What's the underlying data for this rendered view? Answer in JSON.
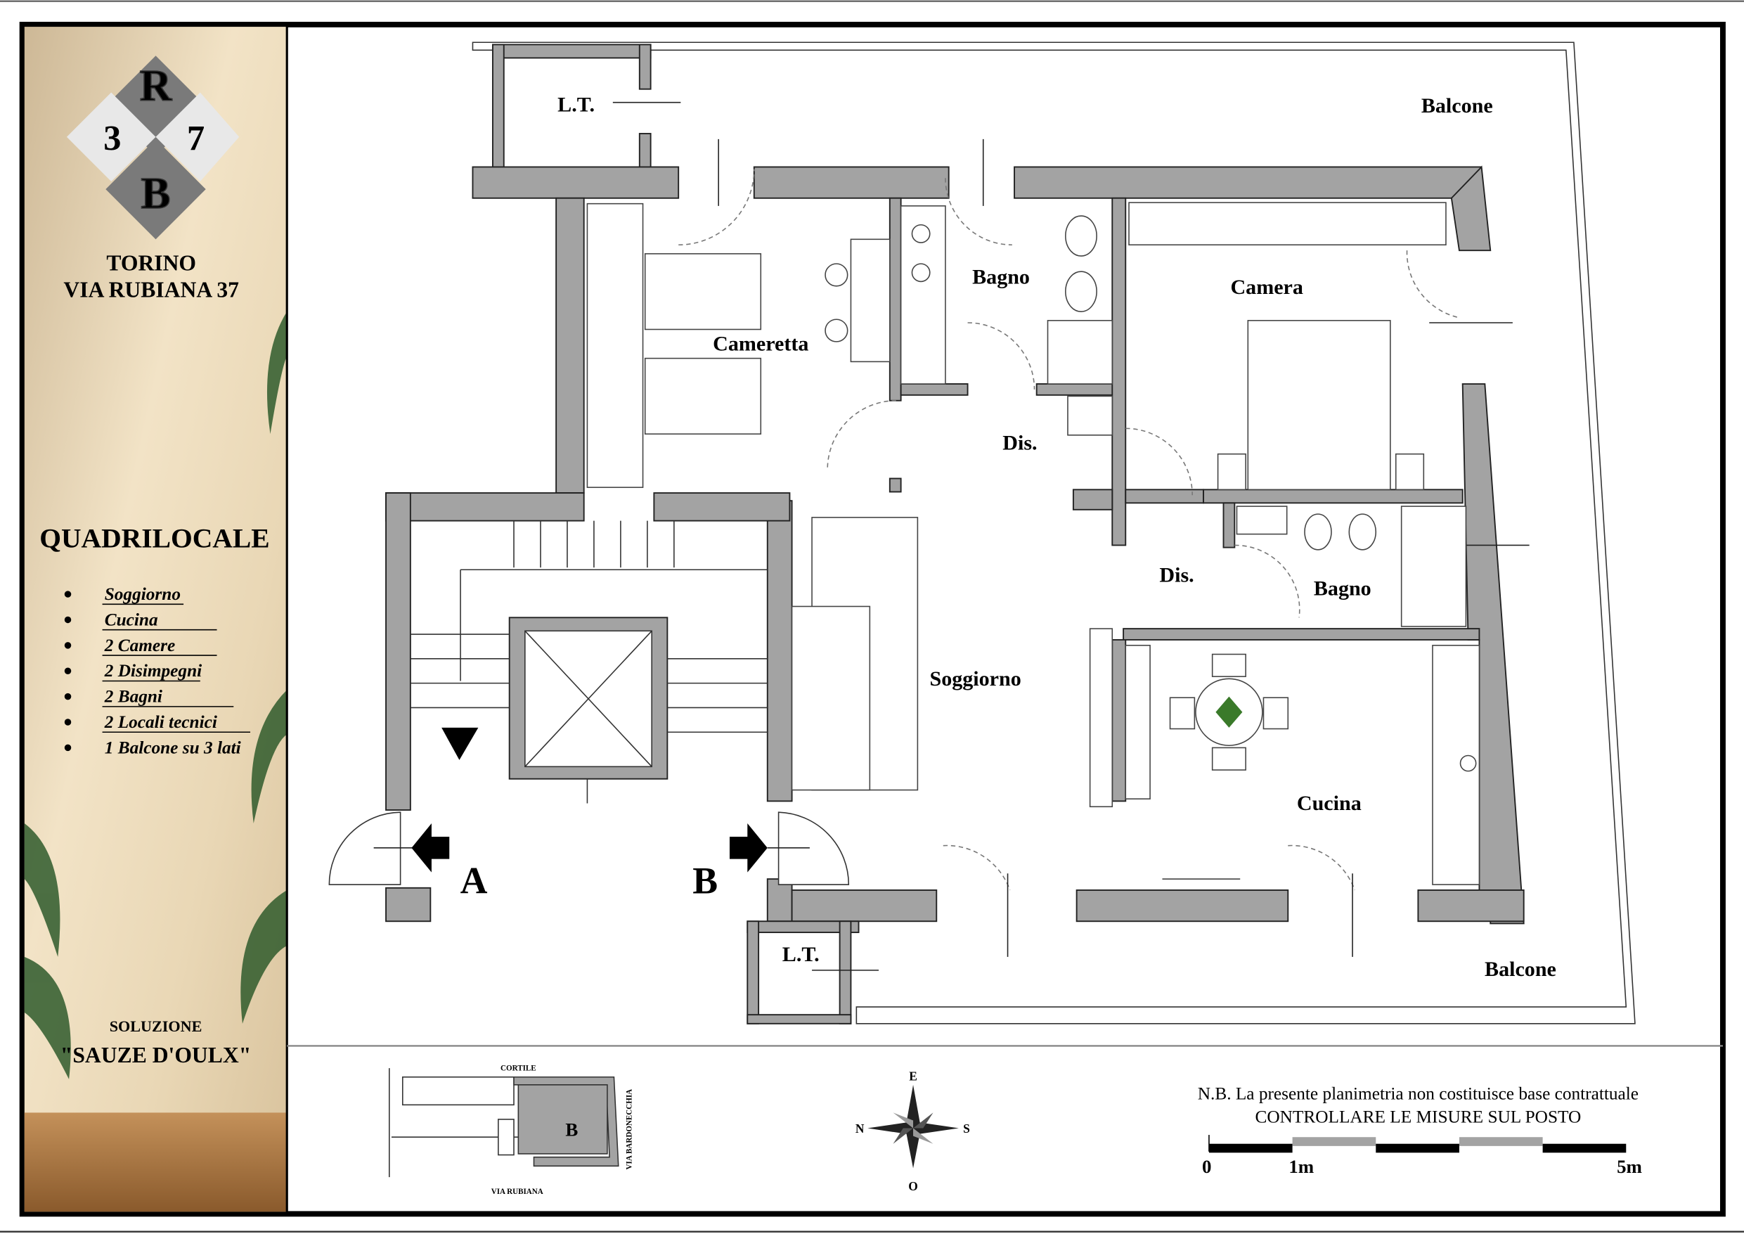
{
  "logo": {
    "letters": [
      "R",
      "3",
      "7",
      "B"
    ]
  },
  "header": {
    "city": "TORINO",
    "address": "VIA RUBIANA 37"
  },
  "listing": {
    "type": "QUADRILOCALE",
    "features": [
      "Soggiorno",
      "Cucina",
      "2 Camere",
      "2 Disimpegni",
      "2 Bagni",
      "2 Locali tecnici",
      "1 Balcone su 3 lati"
    ],
    "solution_label": "SOLUZIONE",
    "solution_name": "\"SAUZE D'OULX\""
  },
  "rooms": {
    "lt_top": "L.T.",
    "lt_bottom": "L.T.",
    "balcone_top": "Balcone",
    "balcone_bottom": "Balcone",
    "cameretta": "Cameretta",
    "bagno1": "Bagno",
    "camera": "Camera",
    "dis1": "Dis.",
    "dis2": "Dis.",
    "bagno2": "Bagno",
    "soggiorno": "Soggiorno",
    "cucina": "Cucina",
    "entrance_a": "A",
    "entrance_b": "B"
  },
  "keymap": {
    "top": "CORTILE",
    "bottom": "VIA RUBIANA",
    "side": "VIA BARDONECCHIA",
    "unit": "B"
  },
  "compass": {
    "top": "E",
    "left": "N",
    "right": "S",
    "bottom": "O"
  },
  "notes": {
    "line1": "N.B. La presente planimetria non costituisce base contrattuale",
    "line2": "CONTROLLARE LE MISURE SUL POSTO"
  },
  "scale": {
    "labels": [
      "0",
      "1m",
      "5m"
    ]
  },
  "colors": {
    "wall": "#a3a3a3",
    "panel": "#e6d3b3"
  }
}
